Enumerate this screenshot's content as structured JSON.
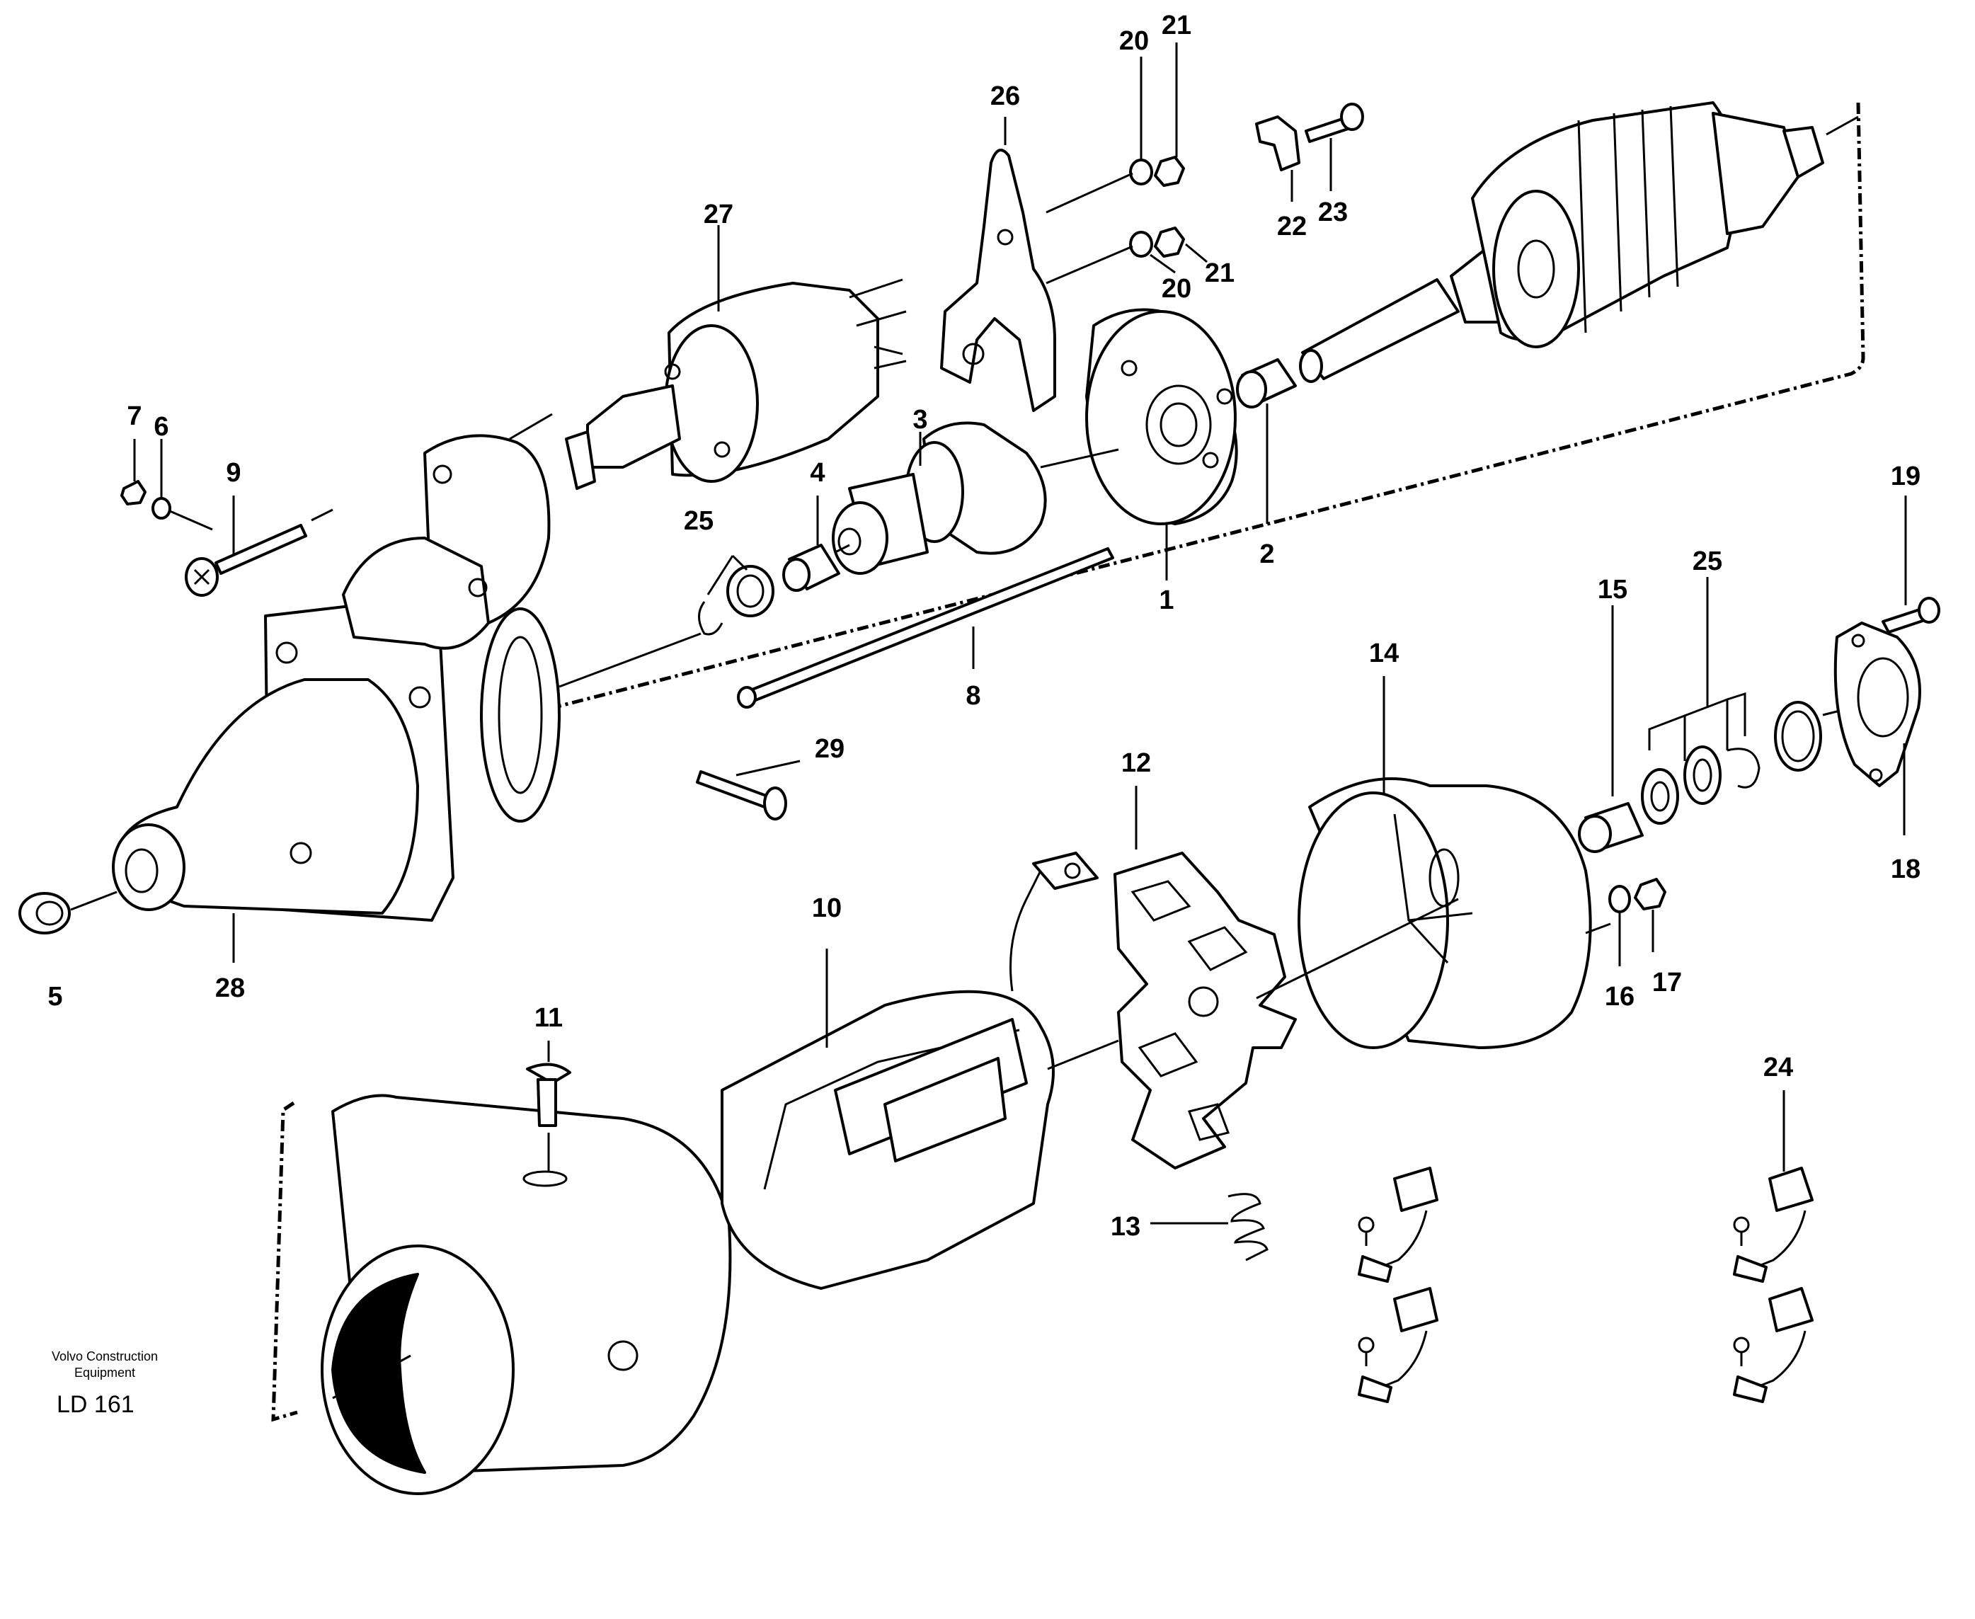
{
  "diagram": {
    "callouts": [
      {
        "id": "c1",
        "label": "1"
      },
      {
        "id": "c2",
        "label": "2"
      },
      {
        "id": "c3",
        "label": "3"
      },
      {
        "id": "c4",
        "label": "4"
      },
      {
        "id": "c5",
        "label": "5"
      },
      {
        "id": "c6",
        "label": "6"
      },
      {
        "id": "c7",
        "label": "7"
      },
      {
        "id": "c8",
        "label": "8"
      },
      {
        "id": "c9",
        "label": "9"
      },
      {
        "id": "c10",
        "label": "10"
      },
      {
        "id": "c11",
        "label": "11"
      },
      {
        "id": "c12",
        "label": "12"
      },
      {
        "id": "c13",
        "label": "13"
      },
      {
        "id": "c14",
        "label": "14"
      },
      {
        "id": "c15",
        "label": "15"
      },
      {
        "id": "c16",
        "label": "16"
      },
      {
        "id": "c17",
        "label": "17"
      },
      {
        "id": "c18",
        "label": "18"
      },
      {
        "id": "c19",
        "label": "19"
      },
      {
        "id": "c20a",
        "label": "20"
      },
      {
        "id": "c20b",
        "label": "20"
      },
      {
        "id": "c21a",
        "label": "21"
      },
      {
        "id": "c21b",
        "label": "21"
      },
      {
        "id": "c22",
        "label": "22"
      },
      {
        "id": "c23",
        "label": "23"
      },
      {
        "id": "c24",
        "label": "24"
      },
      {
        "id": "c25a",
        "label": "25"
      },
      {
        "id": "c25b",
        "label": "25"
      },
      {
        "id": "c26",
        "label": "26"
      },
      {
        "id": "c27",
        "label": "27"
      },
      {
        "id": "c28",
        "label": "28"
      },
      {
        "id": "c29",
        "label": "29"
      }
    ],
    "footer": {
      "brand_line1": "Volvo Construction",
      "brand_line2": "Equipment",
      "code": "LD 161"
    }
  }
}
